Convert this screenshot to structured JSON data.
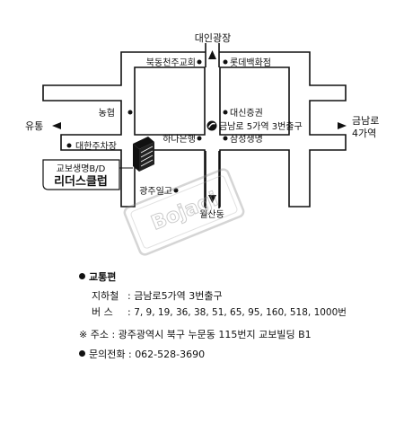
{
  "map": {
    "north_landmark": "대인광장",
    "south_landmark": "월산동",
    "west_landmark": "유통",
    "east_landmark_line1": "금남로",
    "east_landmark_line2": "4가역",
    "places": {
      "bukdong_church": "북동천주교회",
      "lotte_dept": "롯데백화점",
      "nonghyup": "농협",
      "daeshin": "대신증권",
      "geumnamro_station": "금남로 5가역 3번출구",
      "daehan_parking": "대한주차장",
      "hana_bank": "하나은행",
      "samsung_life": "삼성생명",
      "gwangju_ilgo": "광주일고"
    },
    "building_label_line1": "교보생명B/D",
    "building_label_line2": "리더스클럽",
    "watermark": "Bojagi"
  },
  "info": {
    "transport_title": "교통편",
    "subway_label": "지하철",
    "subway_value": "금남로5가역  3번출구",
    "bus_label": "버    스",
    "bus_value": "7, 9, 19, 36, 38, 51, 65, 95, 160, 518, 1000번",
    "address_label": "※ 주소",
    "address_value": "광주광역시  북구  누문동  115번지  교보빌딩  B1",
    "phone_label": "문의전화",
    "phone_value": "062-528-3690"
  }
}
